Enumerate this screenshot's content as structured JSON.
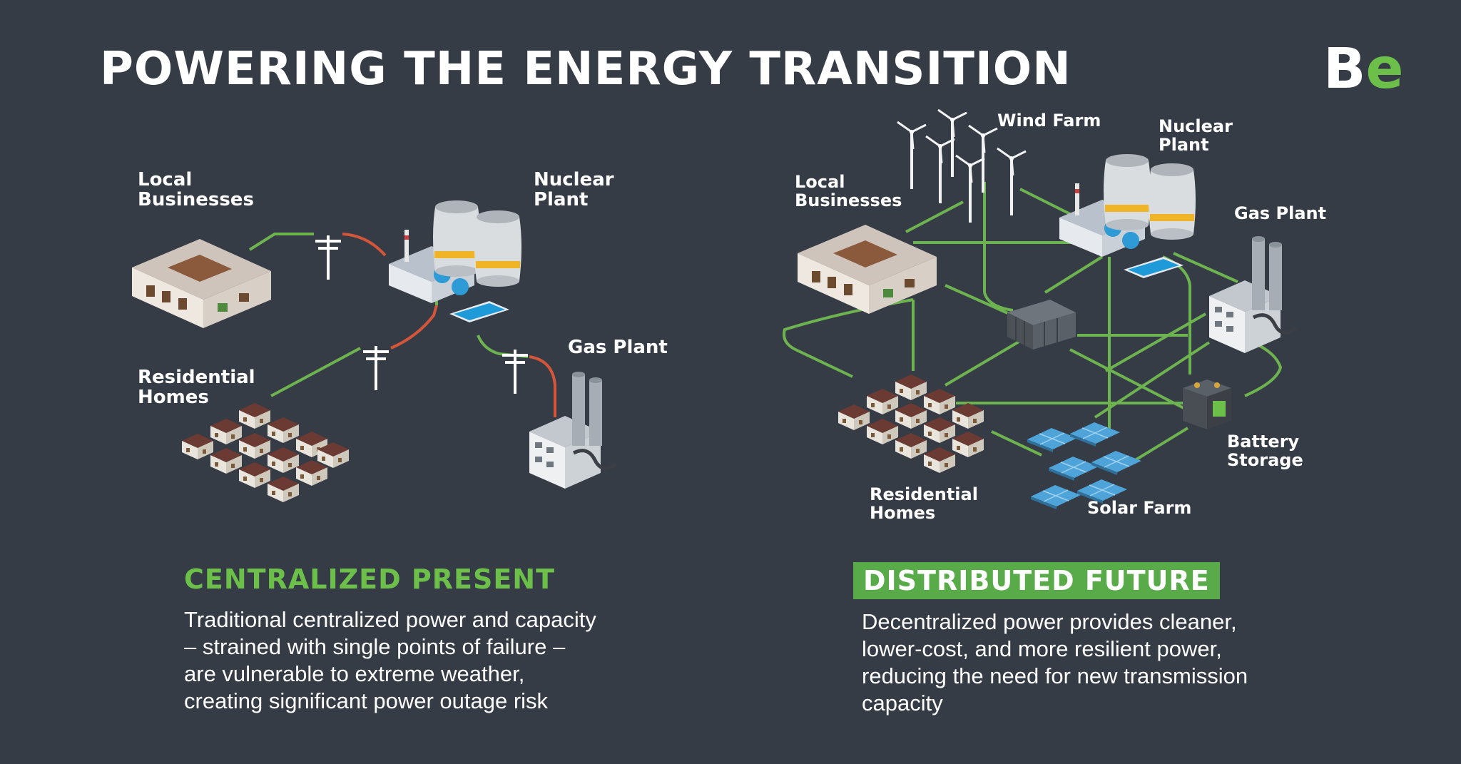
{
  "title": "POWERING THE ENERGY TRANSITION",
  "logo": {
    "b": "B",
    "e": "e"
  },
  "colors": {
    "background": "#363c46",
    "accent_green": "#6cc04a",
    "line_green": "#6db34f",
    "line_red": "#d4563a"
  },
  "left": {
    "labels": {
      "local_businesses": [
        "Local",
        "Businesses"
      ],
      "nuclear_plant": [
        "Nuclear",
        "Plant"
      ],
      "residential_homes": [
        "Residential",
        "Homes"
      ],
      "gas_plant": "Gas Plant"
    },
    "heading": "CENTRALIZED PRESENT",
    "description": [
      "Traditional centralized power and capacity",
      "– strained with single points of failure –",
      "are vulnerable to extreme weather,",
      "creating  significant power outage risk"
    ]
  },
  "right": {
    "labels": {
      "wind_farm": "Wind Farm",
      "nuclear_plant": [
        "Nuclear",
        "Plant"
      ],
      "local_businesses": [
        "Local",
        "Businesses"
      ],
      "gas_plant": "Gas Plant",
      "battery_storage": [
        "Battery",
        "Storage"
      ],
      "residential_homes": [
        "Residential",
        "Homes"
      ],
      "solar_farm": "Solar Farm"
    },
    "heading": "DISTRIBUTED FUTURE",
    "description": [
      "Decentralized power provides cleaner,",
      "lower-cost, and more resilient power,",
      "reducing the need for new transmission",
      "capacity"
    ]
  }
}
